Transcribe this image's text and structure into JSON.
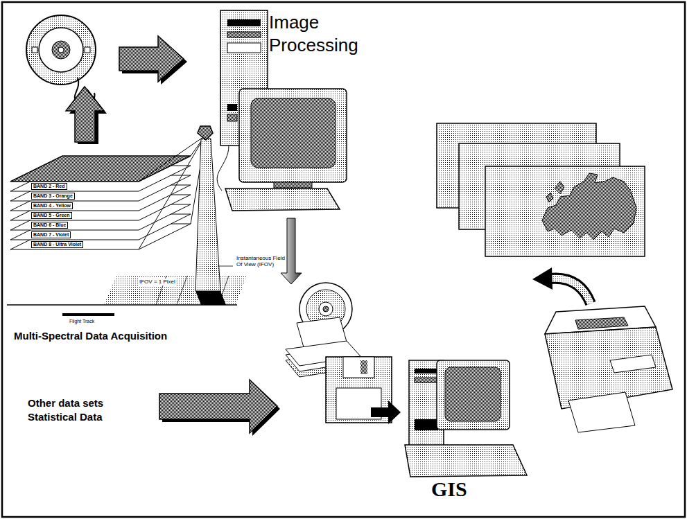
{
  "diagram": {
    "labels": [
      "Image Processing",
      "BAND 2 - Red",
      "BAND 3 - Orange",
      "BAND 4 - Yellow",
      "BAND 5 - Green",
      "BAND 6 - Blue",
      "BAND 7 - Violet",
      "BAND 8 - Ultra Violet",
      "Instantaneous Field Of View (IFOV)",
      "IFOV = 1 Pixel",
      "Flight Track",
      "Multi-Spectral Data Acquisition",
      "Other data sets Statistical Data",
      "GIS"
    ]
  }
}
